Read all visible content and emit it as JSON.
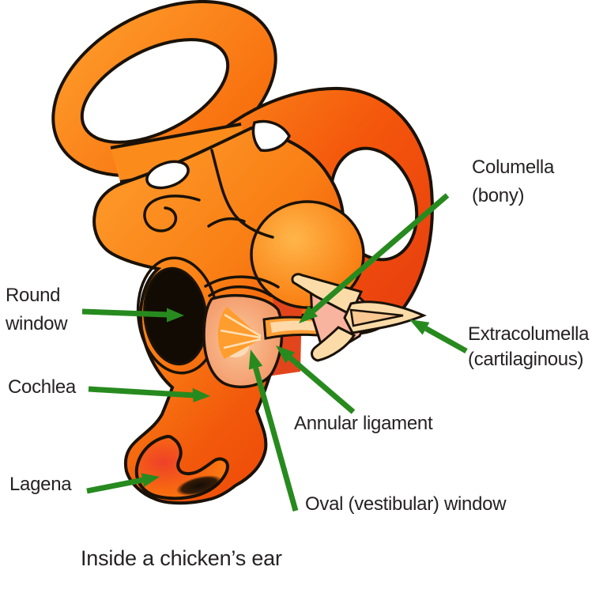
{
  "diagram": {
    "caption": "Inside a chicken’s ear",
    "labels": {
      "columella": {
        "line1": "Columella",
        "line2": "(bony)"
      },
      "extracolumella": {
        "line1": "Extracolumella",
        "line2": "(cartilaginous)"
      },
      "round_window": {
        "line1": "Round",
        "line2": "window"
      },
      "cochlea": {
        "line1": "Cochlea"
      },
      "lagena": {
        "line1": "Lagena"
      },
      "annular_ligament": {
        "line1": "Annular ligament"
      },
      "oval_window": {
        "line1": "Oval (vestibular) window"
      }
    }
  },
  "colors": {
    "background": "#FFFFFF",
    "outline_black": "#1A1208",
    "arrow_green": "#278A1E",
    "text_black": "#262223",
    "canal_orange_light": "#FE9C2B",
    "canal_orange_dark": "#E8400F",
    "body_orange": "#F97E14",
    "vestibule_orange": "#FFB64A",
    "oval_window_salmon": "#F5A273",
    "footplate_orange": "#FF9D2E",
    "bone_cream": "#FBDCA8",
    "cartilage_pink": "#F8B49F",
    "round_window_black": "#120B04",
    "lagena_red": "#EE4128"
  }
}
